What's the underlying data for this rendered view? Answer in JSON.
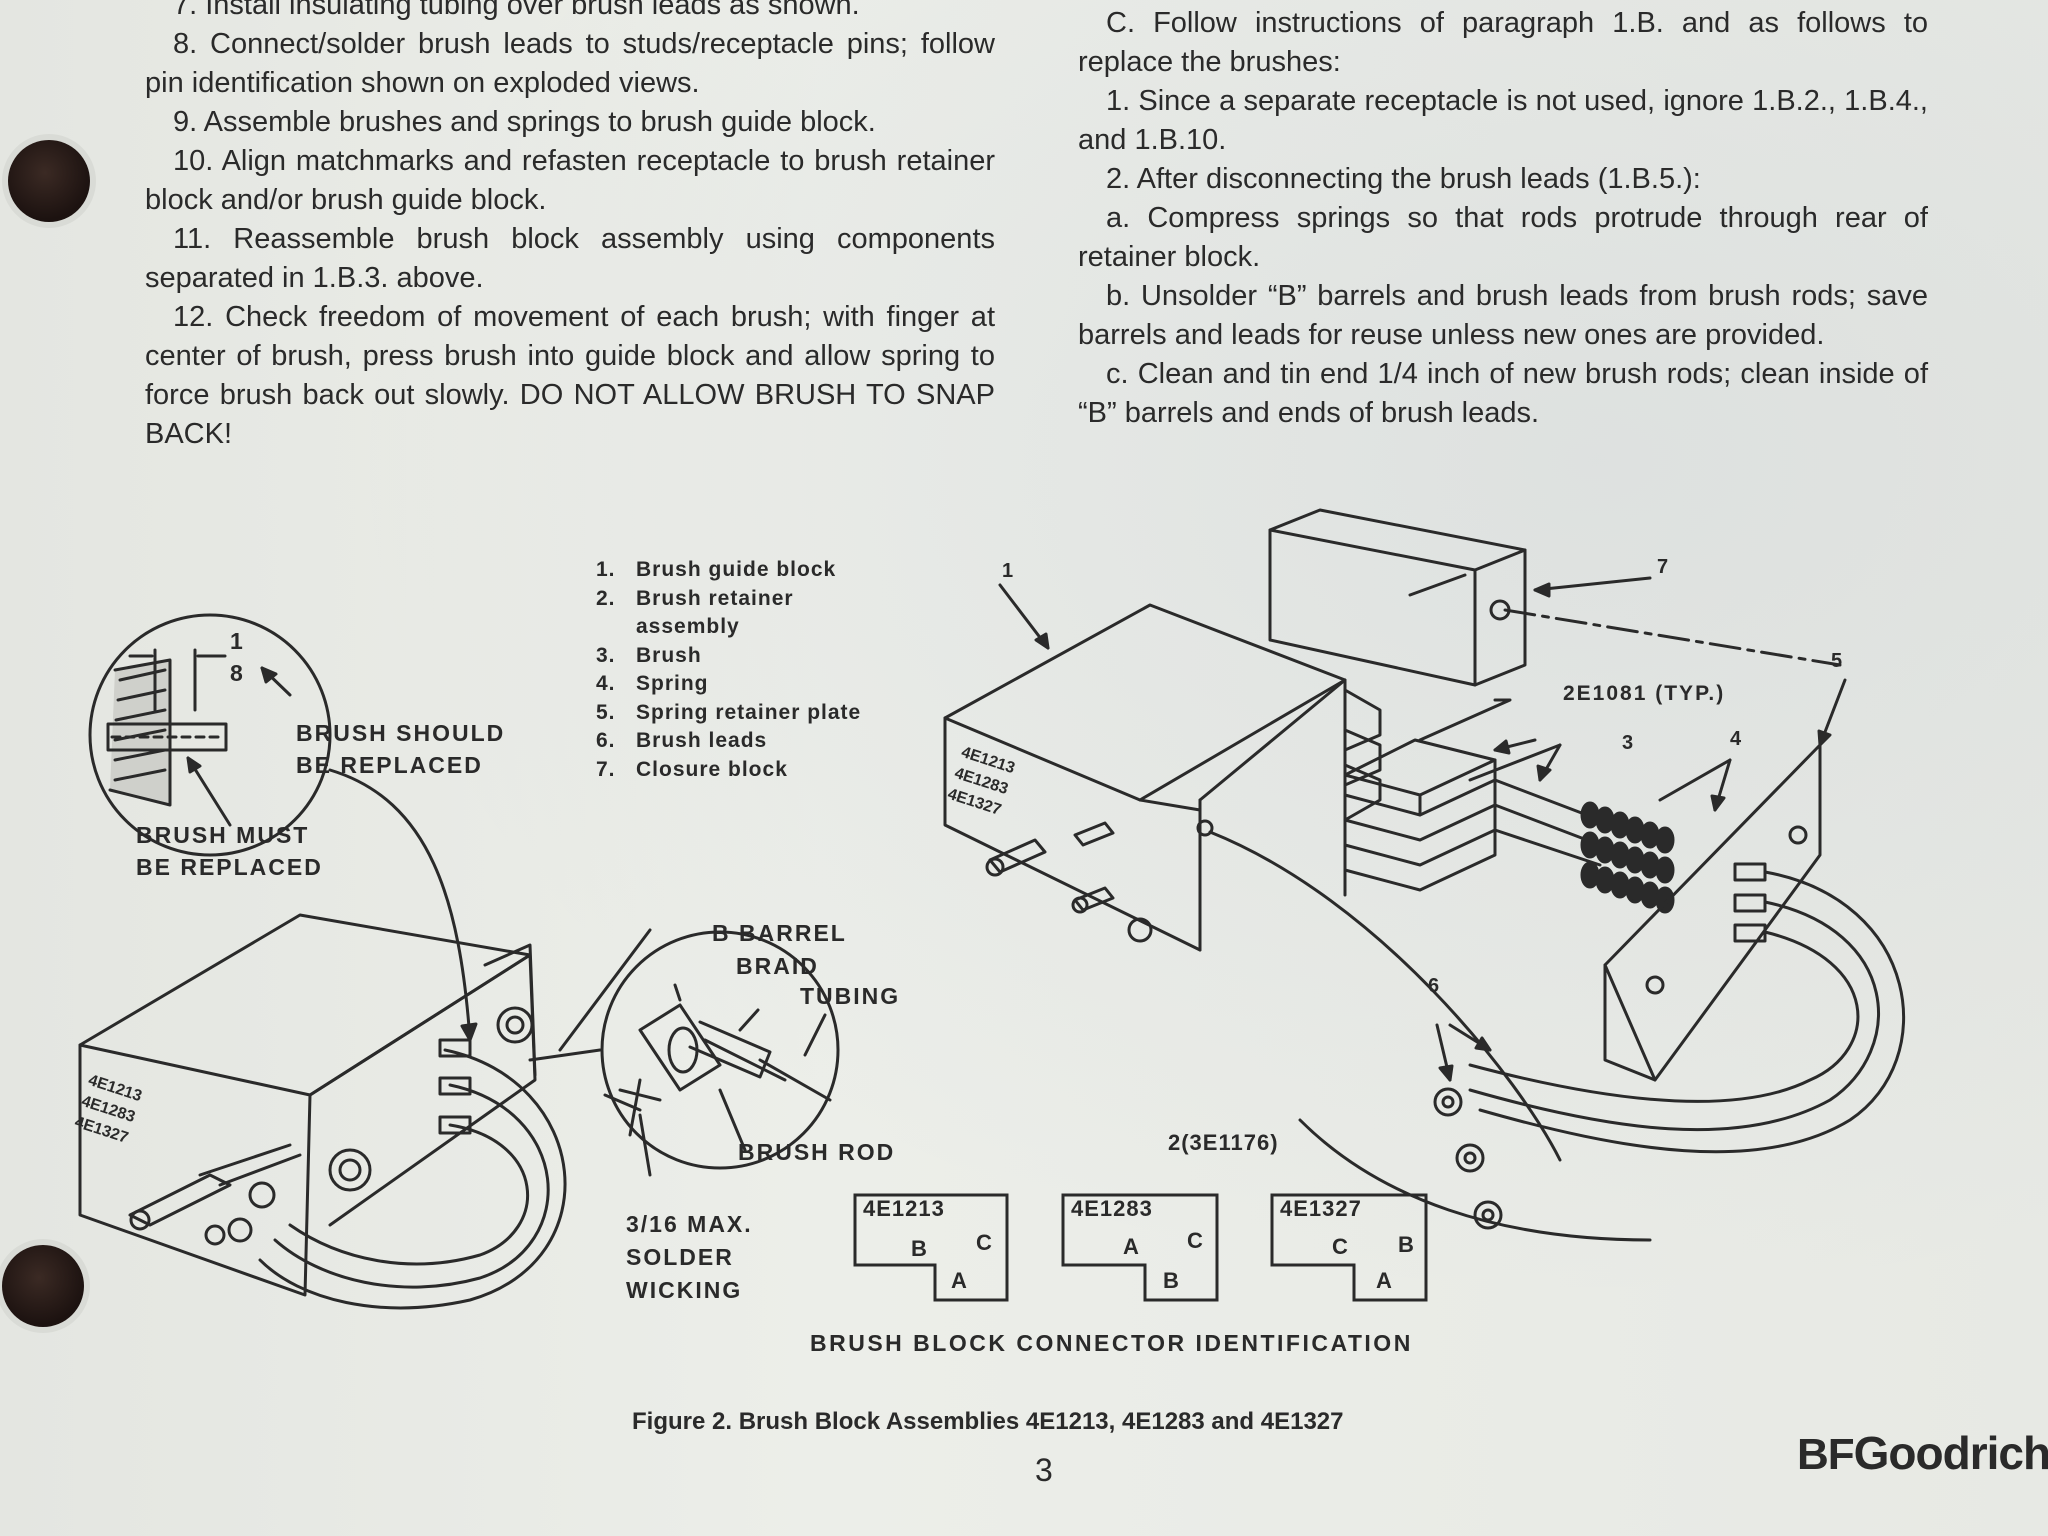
{
  "left_column": [
    "7. Install insulating tubing over brush leads as shown.",
    "8. Connect/solder brush leads to studs/receptacle pins; follow pin identification shown on exploded views.",
    "9. Assemble brushes and springs to brush guide block.",
    "10. Align matchmarks and refasten receptacle to brush retainer block and/or brush guide block.",
    "11. Reassemble brush block assembly using components separated in 1.B.3. above.",
    "12. Check freedom of movement of each brush; with finger at center of brush, press brush into guide block and allow spring to force brush back out slowly. DO NOT ALLOW BRUSH TO SNAP BACK!"
  ],
  "right_column": [
    "C. Follow instructions of paragraph 1.B. and as follows to replace the brushes:",
    "1. Since a separate receptacle is not used, ignore 1.B.2., 1.B.4., and 1.B.10.",
    "2. After disconnecting the brush leads (1.B.5.):",
    "a. Compress springs so that rods protrude through rear of retainer block.",
    "b. Unsolder “B” barrels and brush leads from brush rods; save barrels and leads for reuse unless new ones are provided.",
    "c. Clean and tin end 1/4 inch of new brush rods; clean inside of “B” barrels and ends of brush leads."
  ],
  "legend": [
    {
      "num": "1.",
      "text": "Brush guide block"
    },
    {
      "num": "2.",
      "text": "Brush retainer",
      "cont": "assembly"
    },
    {
      "num": "3.",
      "text": "Brush"
    },
    {
      "num": "4.",
      "text": "Spring"
    },
    {
      "num": "5.",
      "text": "Spring retainer plate"
    },
    {
      "num": "6.",
      "text": "Brush leads"
    },
    {
      "num": "7.",
      "text": "Closure block"
    }
  ],
  "callouts": {
    "fraction_num": "1",
    "fraction_den": "8",
    "brush_should": "BRUSH SHOULD",
    "be_replaced": "BE REPLACED",
    "brush_must": "BRUSH MUST",
    "be_replaced_2": "BE REPLACED",
    "b_barrel": "B BARREL",
    "braid": "BRAID",
    "tubing": "TUBING",
    "brush_rod": "BRUSH ROD",
    "solder_1": "3/16 MAX.",
    "solder_2": "SOLDER",
    "solder_3": "WICKING",
    "typ_part": "2E1081 (TYP.)",
    "qty_part": "2(3E1176)",
    "n1": "1",
    "n3": "3",
    "n4": "4",
    "n5": "5",
    "n6": "6",
    "n7": "7"
  },
  "part_numbers": [
    "4E1213",
    "4E1283",
    "4E1327"
  ],
  "connectors": [
    {
      "name": "4E1213",
      "pins": [
        "B",
        "C",
        "A"
      ]
    },
    {
      "name": "4E1283",
      "pins": [
        "A",
        "C",
        "B"
      ]
    },
    {
      "name": "4E1327",
      "pins": [
        "C",
        "B",
        "A"
      ]
    }
  ],
  "connector_caption": "BRUSH BLOCK CONNECTOR IDENTIFICATION",
  "figure_caption": "Figure 2. Brush Block Assemblies 4E1213, 4E1283 and 4E1327",
  "page_number": "3",
  "brand_bf": "BF",
  "brand_name": "Goodrich"
}
